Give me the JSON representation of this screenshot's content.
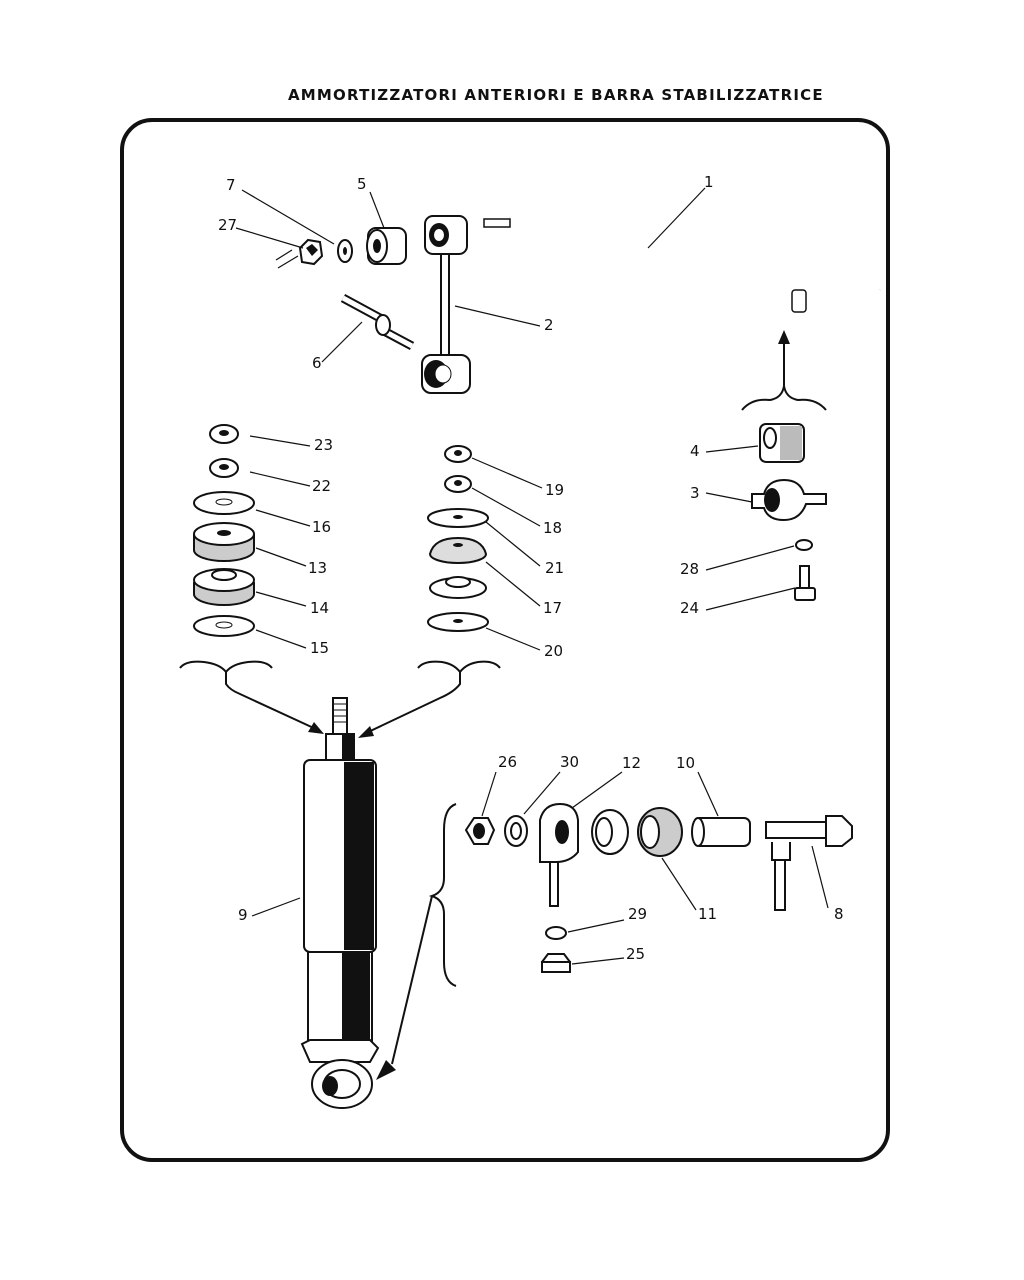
{
  "title": "AMMORTIZZATORI ANTERIORI E BARRA STABILIZZATRICE",
  "labels": {
    "p1": "1",
    "p2": "2",
    "p3": "3",
    "p4": "4",
    "p5": "5",
    "p6": "6",
    "p7": "7",
    "p8": "8",
    "p9": "9",
    "p10": "10",
    "p11": "11",
    "p12": "12",
    "p13": "13",
    "p14": "14",
    "p15": "15",
    "p16": "16",
    "p17": "17",
    "p18": "18",
    "p19": "19",
    "p20": "20",
    "p21": "21",
    "p22": "22",
    "p23": "23",
    "p24": "24",
    "p25": "25",
    "p26": "26",
    "p27": "27",
    "p28": "28",
    "p29": "29",
    "p30": "30"
  },
  "colors": {
    "ink": "#111111",
    "paper": "#ffffff"
  }
}
